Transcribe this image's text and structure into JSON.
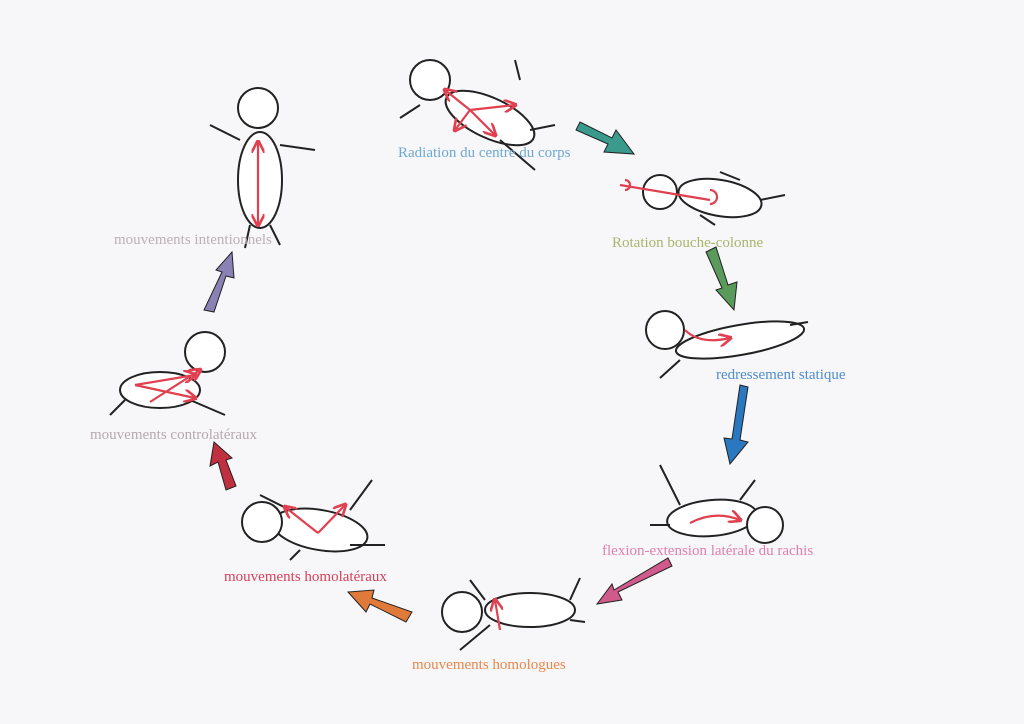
{
  "diagram": {
    "type": "cycle",
    "stages": [
      {
        "label": "Radiation du centre du corps",
        "color": "#6fa8d0"
      },
      {
        "label": "Rotation bouche-colonne",
        "color": "#a9b56c"
      },
      {
        "label": "redressement statique",
        "color": "#4f8ccc"
      },
      {
        "label": "flexion-extension latérale du rachis",
        "color": "#e07fae"
      },
      {
        "label": "mouvements homologues",
        "color": "#e8874a"
      },
      {
        "label": "mouvements homolatéraux",
        "color": "#d6405a"
      },
      {
        "label": "mouvements controlatéraux",
        "color": "#b8a8ae"
      },
      {
        "label": "mouvements intentionnels",
        "color": "#bfaeb6"
      }
    ],
    "arrow_colors": [
      "#3a9a8c",
      "#5a9a5a",
      "#2a78c0",
      "#d05a8a",
      "#e07a3a",
      "#c03040",
      "#8a82b4"
    ]
  }
}
